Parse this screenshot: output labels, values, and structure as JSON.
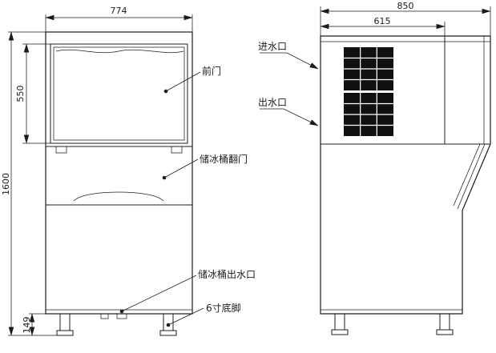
{
  "drawing": {
    "background": "#ffffff",
    "line_color": "#1c1c1c",
    "views": {
      "front": {
        "dims": {
          "width": "774",
          "door_height": "550",
          "total_height": "1600",
          "foot_height": "149"
        },
        "callouts": {
          "front_door": "前门",
          "bin_flip_door": "储冰桶翻门",
          "bin_drain_outlet": "储冰桶出水口",
          "feet": "6寸底脚"
        }
      },
      "side": {
        "dims": {
          "total_depth": "850",
          "top_depth": "615"
        },
        "callouts": {
          "water_inlet": "进水口",
          "water_outlet": "出水口"
        }
      }
    }
  }
}
